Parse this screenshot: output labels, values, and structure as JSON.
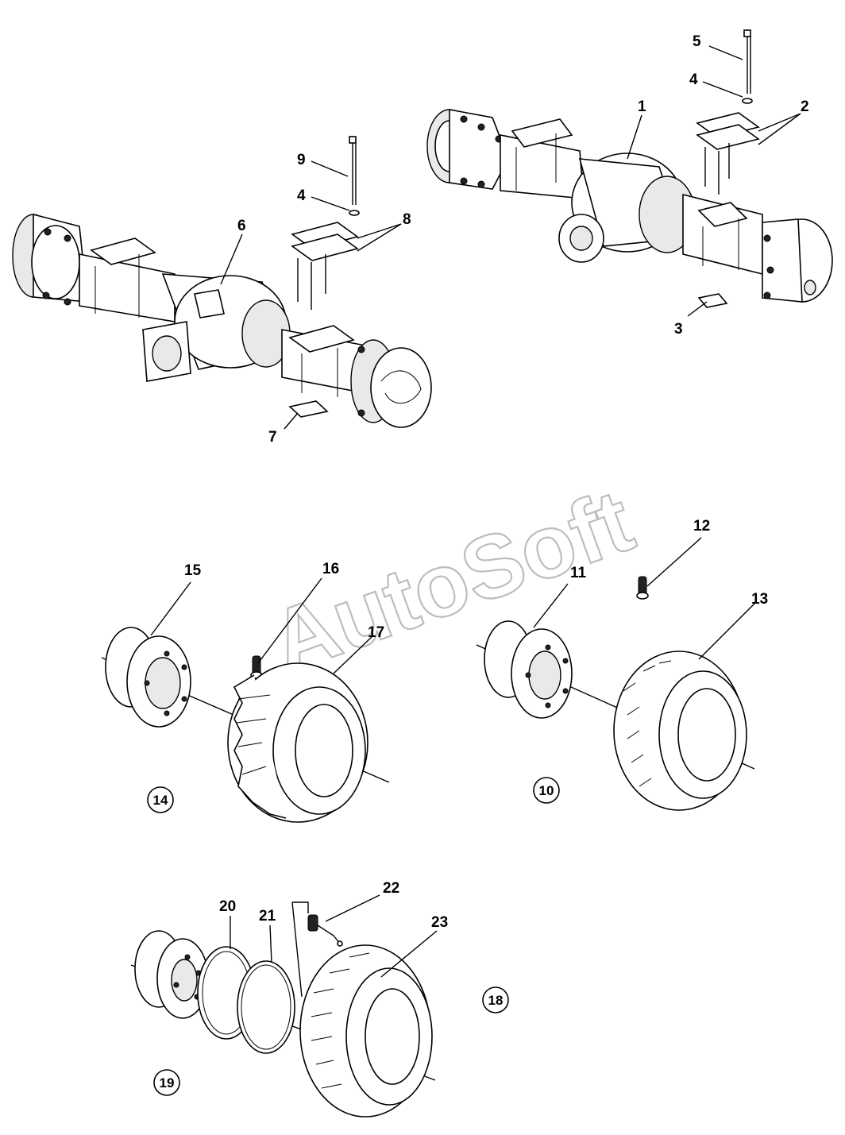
{
  "watermark": {
    "text": "AutoSoft",
    "color": "#bdbdbd"
  },
  "callouts": [
    {
      "id": "c1",
      "text": "1"
    },
    {
      "id": "c2",
      "text": "2"
    },
    {
      "id": "c3",
      "text": "3"
    },
    {
      "id": "c4a",
      "text": "4"
    },
    {
      "id": "c5",
      "text": "5"
    },
    {
      "id": "c6",
      "text": "6"
    },
    {
      "id": "c7",
      "text": "7"
    },
    {
      "id": "c8",
      "text": "8"
    },
    {
      "id": "c9",
      "text": "9"
    },
    {
      "id": "c4b",
      "text": "4"
    },
    {
      "id": "c11",
      "text": "11"
    },
    {
      "id": "c12",
      "text": "12"
    },
    {
      "id": "c13",
      "text": "13"
    },
    {
      "id": "c15",
      "text": "15"
    },
    {
      "id": "c16",
      "text": "16"
    },
    {
      "id": "c17",
      "text": "17"
    },
    {
      "id": "c20",
      "text": "20"
    },
    {
      "id": "c21",
      "text": "21"
    },
    {
      "id": "c22",
      "text": "22"
    },
    {
      "id": "c23",
      "text": "23"
    }
  ],
  "groups": [
    {
      "id": "g10",
      "text": "10"
    },
    {
      "id": "g14",
      "text": "14"
    },
    {
      "id": "g18",
      "text": "18"
    },
    {
      "id": "g19",
      "text": "19"
    }
  ]
}
